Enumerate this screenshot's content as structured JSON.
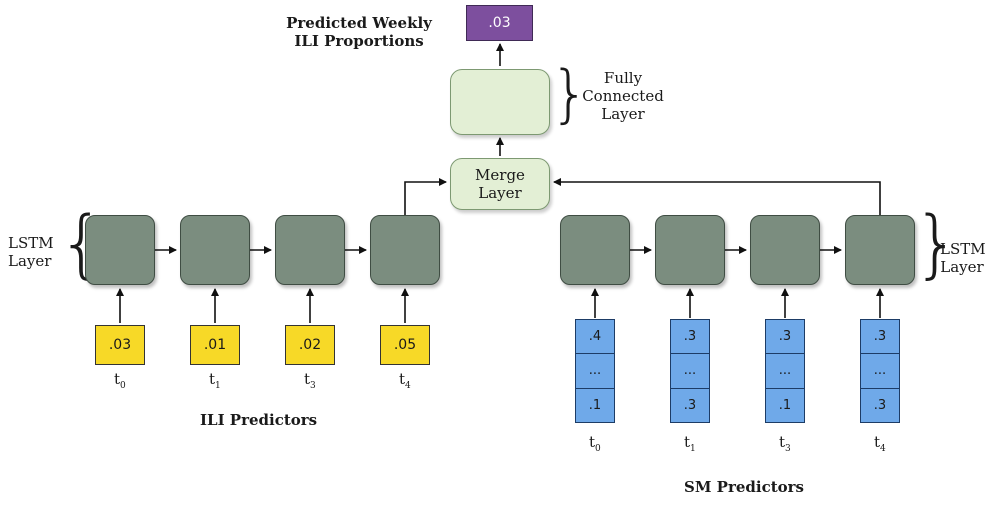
{
  "output": {
    "title": "Predicted Weekly ILI Proportions",
    "value": ".03"
  },
  "fully_connected": {
    "label": "Fully Connected Layer"
  },
  "merge": {
    "label": "Merge Layer"
  },
  "left_branch": {
    "layer_label": "LSTM Layer",
    "predictors_label": "ILI Predictors",
    "inputs": [
      ".03",
      ".01",
      ".02",
      ".05"
    ],
    "times": [
      {
        "t": "t",
        "sub": "0"
      },
      {
        "t": "t",
        "sub": "1"
      },
      {
        "t": "t",
        "sub": "3"
      },
      {
        "t": "t",
        "sub": "4"
      }
    ]
  },
  "right_branch": {
    "layer_label": "LSTM Layer",
    "predictors_label": "SM Predictors",
    "inputs": [
      {
        "top": ".4",
        "mid": "...",
        "bottom": ".1"
      },
      {
        "top": ".3",
        "mid": "...",
        "bottom": ".3"
      },
      {
        "top": ".3",
        "mid": "...",
        "bottom": ".1"
      },
      {
        "top": ".3",
        "mid": "...",
        "bottom": ".3"
      }
    ],
    "times": [
      {
        "t": "t",
        "sub": "0"
      },
      {
        "t": "t",
        "sub": "1"
      },
      {
        "t": "t",
        "sub": "3"
      },
      {
        "t": "t",
        "sub": "4"
      }
    ]
  },
  "colors": {
    "lstm": "#7b8d7f",
    "dense": "#e3efd5",
    "output": "#7d4f9e",
    "ili_input": "#f7d927",
    "sm_input": "#6fa9e9"
  }
}
